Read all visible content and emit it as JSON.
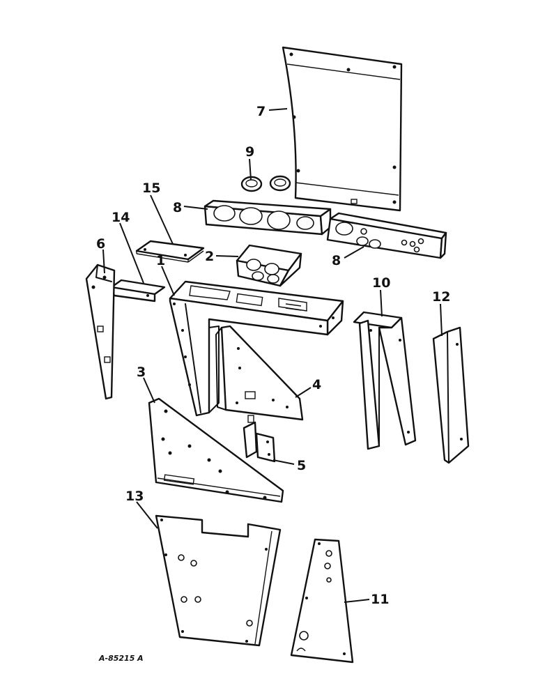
{
  "callouts": [
    {
      "id": "1",
      "label": "1"
    },
    {
      "id": "2",
      "label": "2"
    },
    {
      "id": "3",
      "label": "3"
    },
    {
      "id": "4",
      "label": "4"
    },
    {
      "id": "5",
      "label": "5"
    },
    {
      "id": "6",
      "label": "6"
    },
    {
      "id": "7",
      "label": "7"
    },
    {
      "id": "8a",
      "label": "8"
    },
    {
      "id": "8b",
      "label": "8"
    },
    {
      "id": "9",
      "label": "9"
    },
    {
      "id": "10",
      "label": "10"
    },
    {
      "id": "11",
      "label": "11"
    },
    {
      "id": "12",
      "label": "12"
    },
    {
      "id": "13",
      "label": "13"
    },
    {
      "id": "14",
      "label": "14"
    },
    {
      "id": "15",
      "label": "15"
    }
  ],
  "drawing_ref": "A-85215 A"
}
